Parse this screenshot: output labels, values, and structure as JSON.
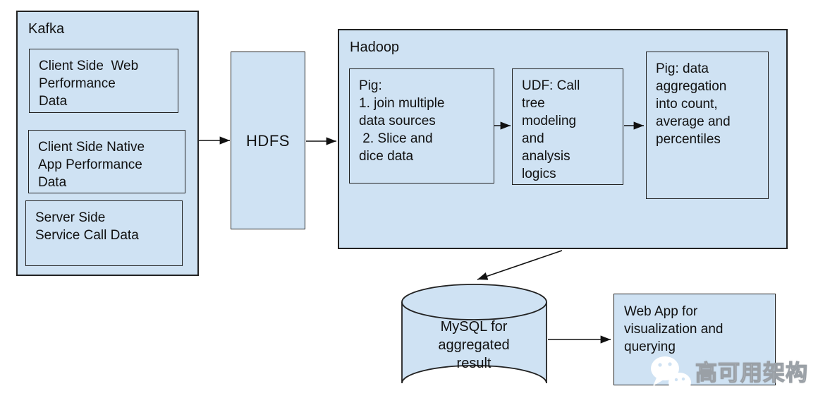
{
  "diagram": {
    "kafka": {
      "label": "Kafka",
      "boxes": [
        "Client Side  Web\nPerformance\nData",
        "Client Side Native\nApp Performance\nData",
        "Server Side\nService Call Data"
      ]
    },
    "hdfs": {
      "label": "HDFS"
    },
    "hadoop": {
      "label": "Hadoop",
      "boxes": [
        "Pig:\n1. join multiple\ndata sources\n 2. Slice and\ndice data",
        "UDF: Call\ntree\nmodeling\nand\nanalysis\nlogics",
        "Pig: data\naggregation\ninto count,\naverage and\npercentiles"
      ]
    },
    "mysql": {
      "label": "MySQL for\naggregated\nresult"
    },
    "webapp": {
      "label": "Web App for\nvisualization and\nquerying"
    },
    "watermark": {
      "text": "高可用架构",
      "icon": "wechat-icon"
    },
    "colors": {
      "box_fill": "#cfe2f3",
      "box_border": "#222222",
      "text": "#111111",
      "background": "#ffffff",
      "watermark_text": "#ffffff"
    }
  }
}
